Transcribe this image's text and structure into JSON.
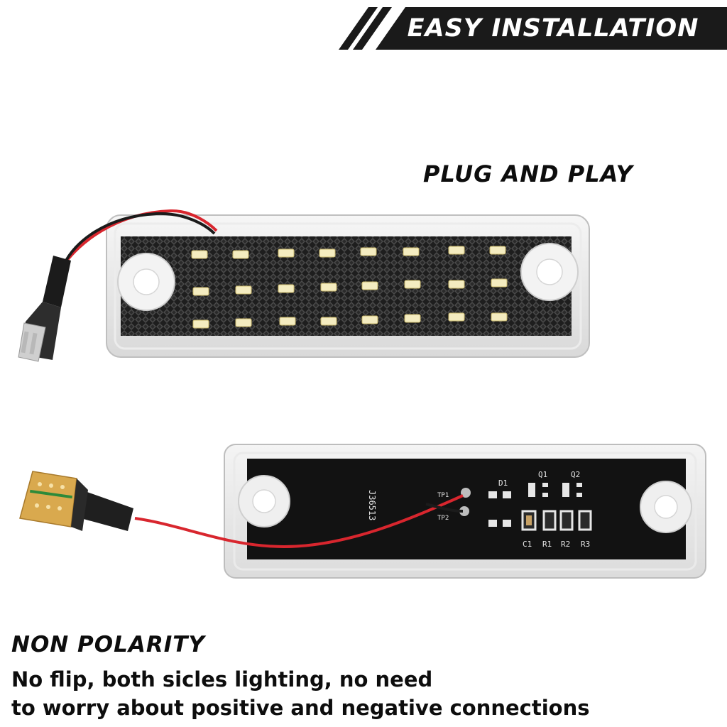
{
  "banner": {
    "title": "EASY INSTALLATION"
  },
  "section_top": {
    "heading": "PLUG AND PLAY"
  },
  "section_bottom": {
    "heading": "NON POLARITY",
    "line1": "No flip, both sicles lighting, no need",
    "line2": "to worry about positive and negative connections"
  },
  "pcb_labels": {
    "d1": "D1",
    "q1": "Q1",
    "q2": "Q2",
    "c1": "C1",
    "r1": "R1",
    "r2": "R2",
    "r3": "R3",
    "tp1": "TP1",
    "tp2": "TP2",
    "part": "J36513"
  },
  "colors": {
    "banner": "#1a1a1a",
    "wire_red": "#d8262e",
    "wire_black": "#1b1b1b",
    "pcb": "#121212",
    "led": "#f4ecc0",
    "gold": "#d9a94e"
  }
}
